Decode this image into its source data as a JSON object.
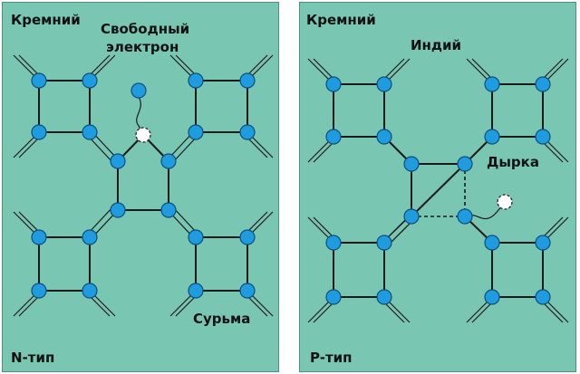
{
  "n_panel": {
    "material": "Кремний",
    "electron_label_line1": "Свободный",
    "electron_label_line2": "электрон",
    "dopant": "Сурьма",
    "type": "N-тип"
  },
  "p_panel": {
    "material": "Кремний",
    "dopant": "Индий",
    "hole": "Дырка",
    "type": "P-тип"
  },
  "colors": {
    "background": "#79c7b2",
    "atom": "#1f9be0",
    "bond": "#1a1a1a"
  }
}
